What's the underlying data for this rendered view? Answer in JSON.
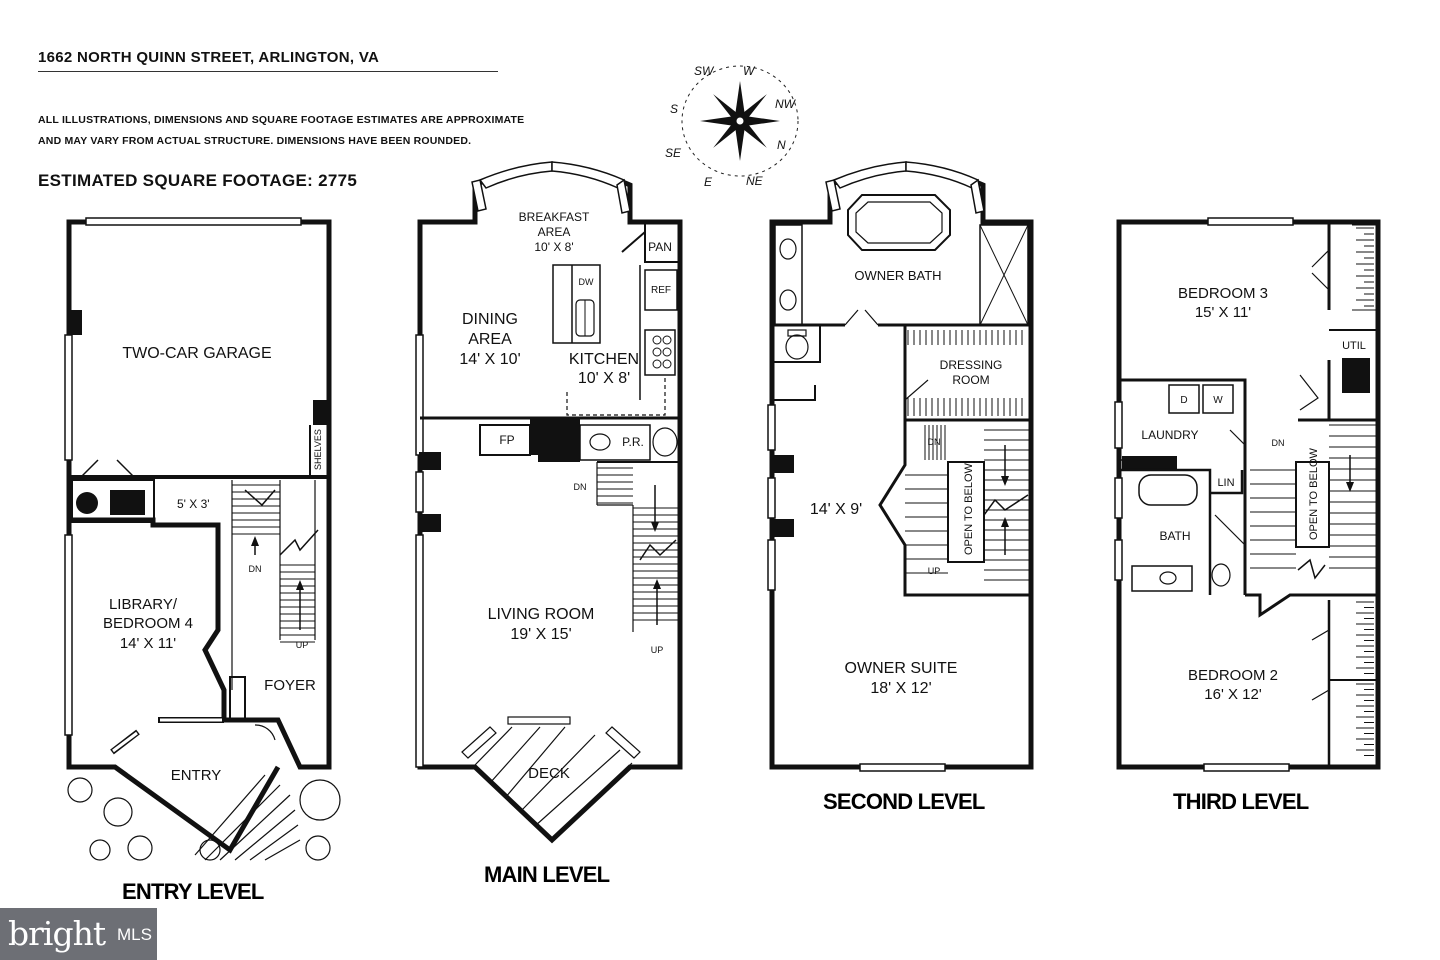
{
  "header": {
    "address": "1662 NORTH QUINN STREET, ARLINGTON, VA",
    "disclaimer_line1": "ALL ILLUSTRATIONS, DIMENSIONS AND SQUARE FOOTAGE ESTIMATES ARE APPROXIMATE",
    "disclaimer_line2": "AND MAY VARY FROM ACTUAL STRUCTURE. DIMENSIONS HAVE BEEN ROUNDED.",
    "square_footage": "ESTIMATED SQUARE FOOTAGE: 2775"
  },
  "compass": {
    "labels": [
      "SW",
      "W",
      "NW",
      "N",
      "NE",
      "E",
      "SE",
      "S"
    ],
    "icon": "compass-rose-icon"
  },
  "levels": {
    "entry": {
      "title": "ENTRY LEVEL",
      "rooms": {
        "garage": "TWO-CAR GARAGE",
        "shelves": "SHELVES",
        "closet_dim": "5' X 3'",
        "library_l1": "LIBRARY/",
        "library_l2": "BEDROOM 4",
        "library_dim": "14' X 11'",
        "foyer": "FOYER",
        "entry": "ENTRY",
        "dn": "DN",
        "up": "UP"
      }
    },
    "main": {
      "title": "MAIN LEVEL",
      "rooms": {
        "breakfast_l1": "BREAKFAST",
        "breakfast_l2": "AREA",
        "breakfast_dim": "10' X 8'",
        "pan": "PAN",
        "dw": "DW",
        "ref": "REF",
        "dining_l1": "DINING",
        "dining_l2": "AREA",
        "dining_dim": "14' X 10'",
        "kitchen": "KITCHEN",
        "kitchen_dim": "10' X 8'",
        "fp": "FP",
        "pr": "P.R.",
        "dn": "DN",
        "living": "LIVING ROOM",
        "living_dim": "19' X 15'",
        "up": "UP",
        "deck": "DECK"
      }
    },
    "second": {
      "title": "SECOND LEVEL",
      "rooms": {
        "owner_bath": "OWNER BATH",
        "dressing_l1": "DRESSING",
        "dressing_l2": "ROOM",
        "sitting_dim": "14' X 9'",
        "dn": "DN",
        "up": "UP",
        "open_below": "OPEN TO BELOW",
        "suite": "OWNER SUITE",
        "suite_dim": "18' X 12'"
      }
    },
    "third": {
      "title": "THIRD LEVEL",
      "rooms": {
        "bed3": "BEDROOM 3",
        "bed3_dim": "15' X 11'",
        "util": "UTIL",
        "d": "D",
        "w": "W",
        "laundry": "LAUNDRY",
        "lin": "LIN",
        "dn": "DN",
        "bath": "BATH",
        "open_below": "OPEN TO BELOW",
        "bed2": "BEDROOM 2",
        "bed2_dim": "16' X 12'"
      }
    }
  },
  "watermark": {
    "brand": "bright",
    "suffix": "MLS"
  }
}
